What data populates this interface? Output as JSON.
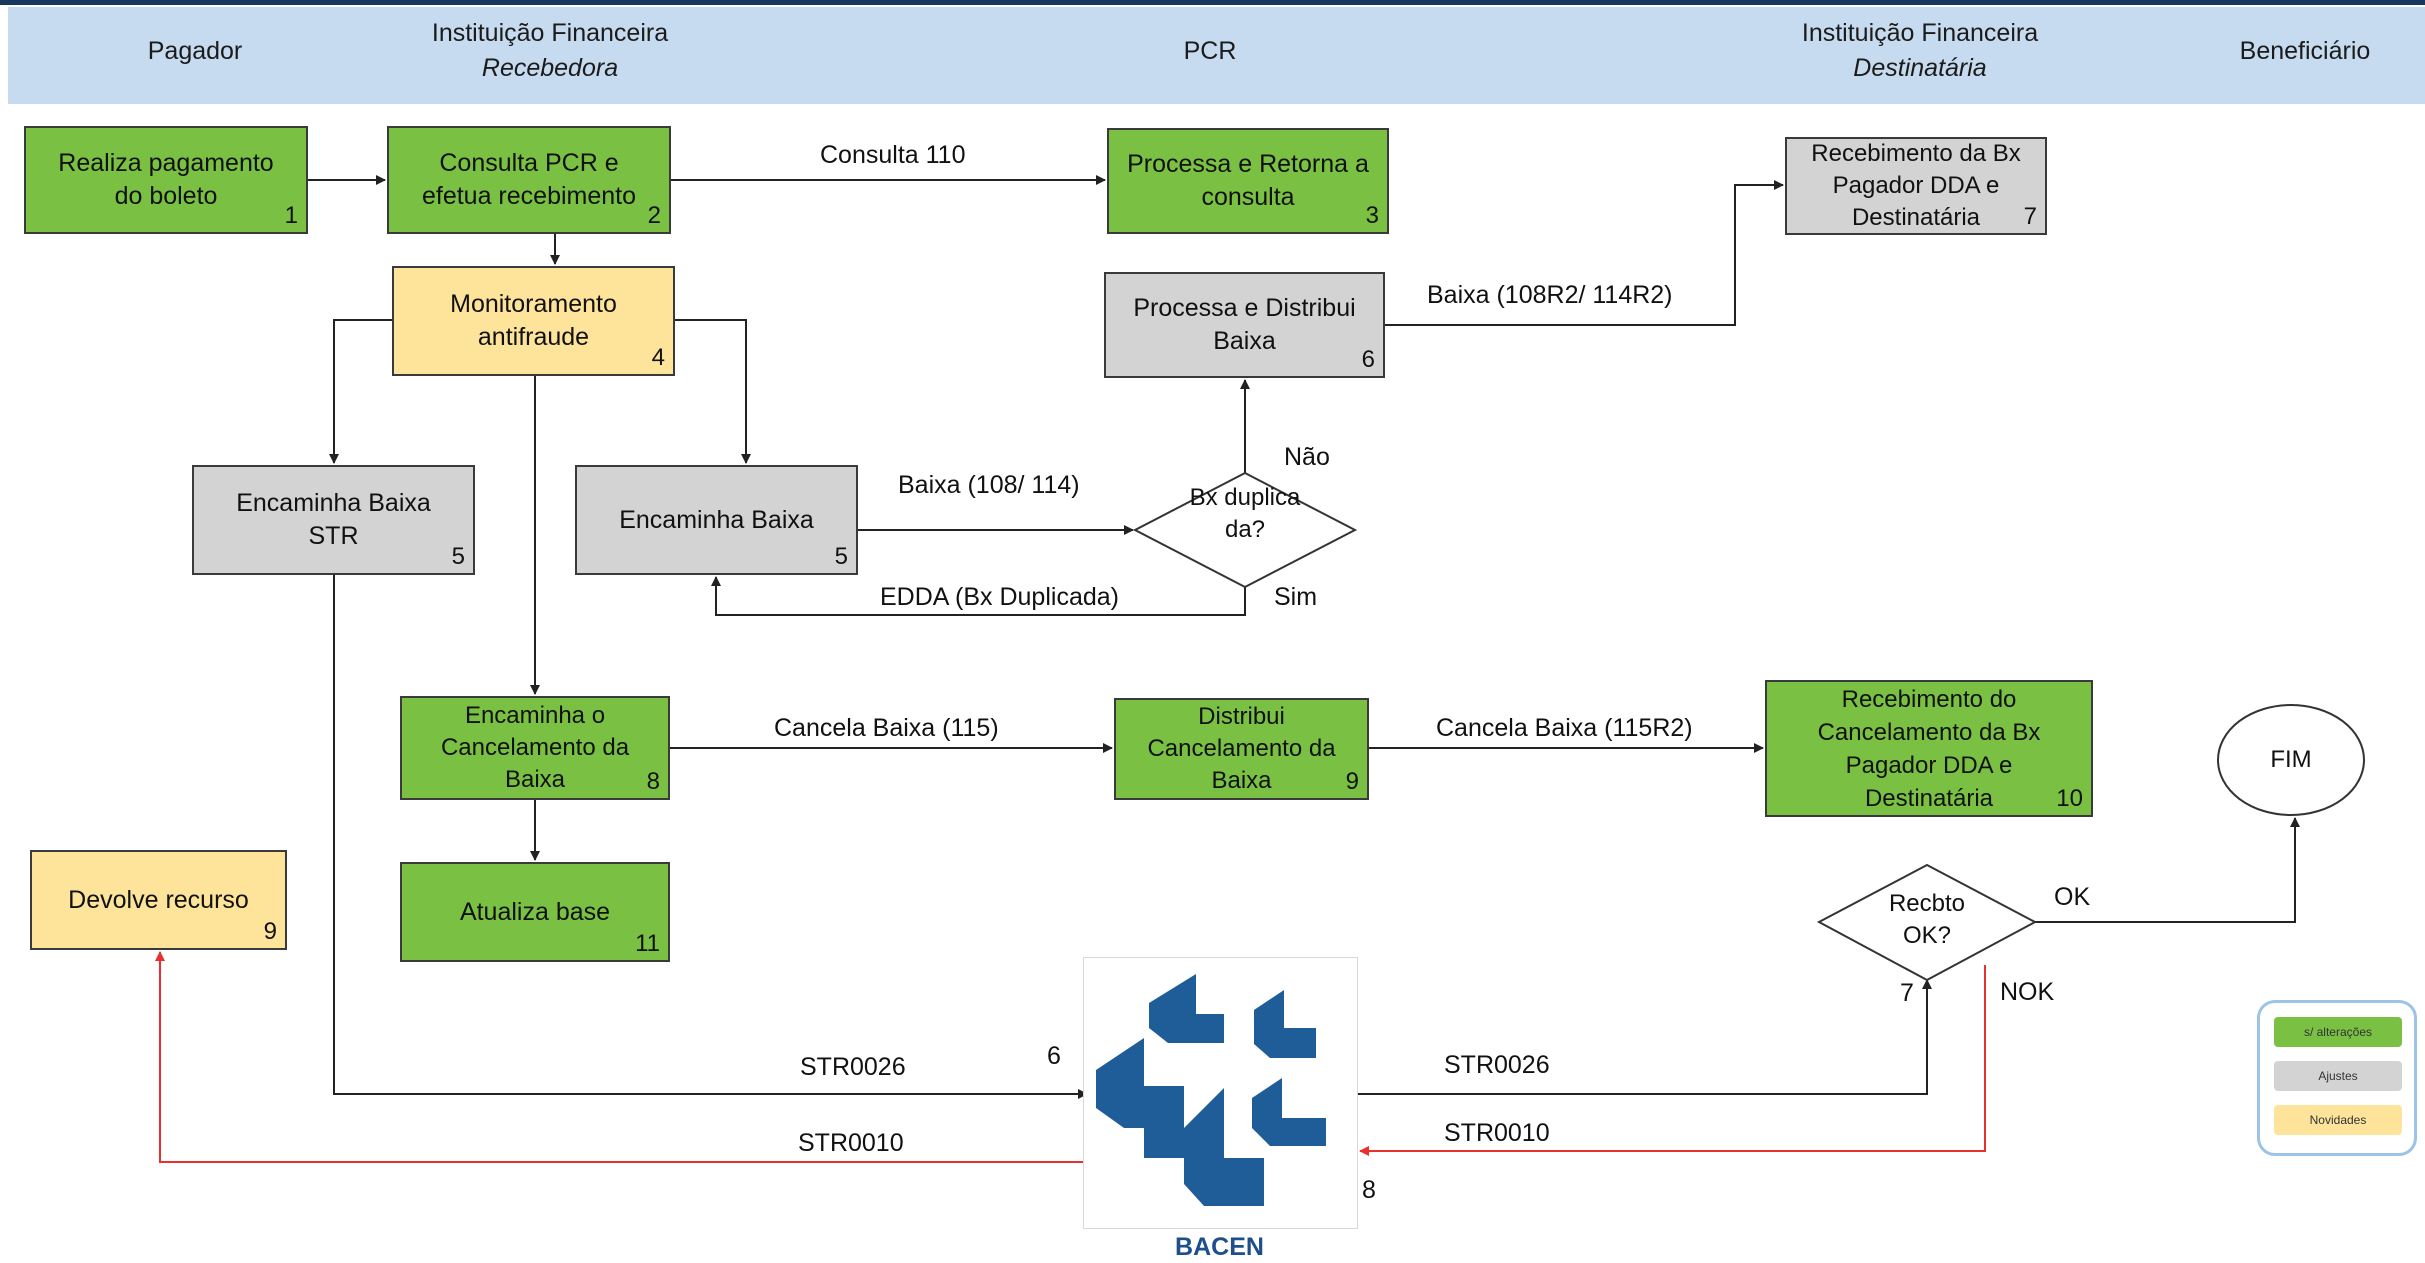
{
  "lanes": {
    "pagador": "Pagador",
    "inst_recebedora": "Instituição Financeira",
    "inst_recebedora_sub": "Recebedora",
    "pcr": "PCR",
    "inst_destinataria": "Instituição Financeira",
    "inst_destinataria_sub": "Destinatária",
    "beneficiario": "Beneficiário"
  },
  "boxes": {
    "b1": {
      "text": "Realiza pagamento do boleto",
      "num": "1"
    },
    "b2": {
      "text": "Consulta PCR e efetua recebimento",
      "num": "2"
    },
    "b3": {
      "text": "Processa e Retorna a consulta",
      "num": "3"
    },
    "b4": {
      "text": "Monitoramento antifraude",
      "num": "4"
    },
    "b5a": {
      "text": "Encaminha Baixa STR",
      "num": "5"
    },
    "b5b": {
      "text": "Encaminha Baixa",
      "num": "5"
    },
    "b6": {
      "text": "Processa e Distribui Baixa",
      "num": "6"
    },
    "b7": {
      "text": "Recebimento da Bx Pagador DDA e Destinatária",
      "num": "7"
    },
    "b8": {
      "text": "Encaminha o Cancelamento da Baixa",
      "num": "8"
    },
    "b9a": {
      "text": "Distribui Cancelamento da Baixa",
      "num": "9"
    },
    "b9b": {
      "text": "Devolve recurso",
      "num": "9"
    },
    "b10": {
      "text": "Recebimento do Cancelamento da Bx Pagador DDA e Destinatária",
      "num": "10"
    },
    "b11": {
      "text": "Atualiza base",
      "num": "11"
    }
  },
  "decisions": {
    "duplicada": "Bx duplica da?",
    "recbto": "Recbto OK?",
    "recbto_num": "7",
    "fim": "FIM"
  },
  "labels": {
    "consulta110": "Consulta 110",
    "baixa108r2": "Baixa (108R2/ 114R2)",
    "nao": "Não",
    "baixa108": "Baixa (108/ 114)",
    "edda": "EDDA (Bx Duplicada)",
    "sim": "Sim",
    "cancela115": "Cancela Baixa (115)",
    "cancela115r2": "Cancela Baixa (115R2)",
    "ok": "OK",
    "nok": "NOK",
    "str0026_left": "STR0026",
    "str0010_left": "STR0010",
    "str0026_right": "STR0026",
    "str0010_right": "STR0010",
    "num6": "6",
    "num8": "8"
  },
  "bacen": {
    "label": "BACEN"
  },
  "legend": {
    "items": [
      "s/ alterações",
      "Ajustes",
      "Novidades"
    ],
    "colors": [
      "#7ac143",
      "#d3d3d3",
      "#fde49a"
    ]
  },
  "colors": {
    "header": "#c6dbef",
    "green": "#7ac143",
    "gray": "#d3d3d3",
    "yellow": "#fde49a",
    "red_arrow": "#e8312f",
    "bacen_blue": "#1f5d99"
  }
}
